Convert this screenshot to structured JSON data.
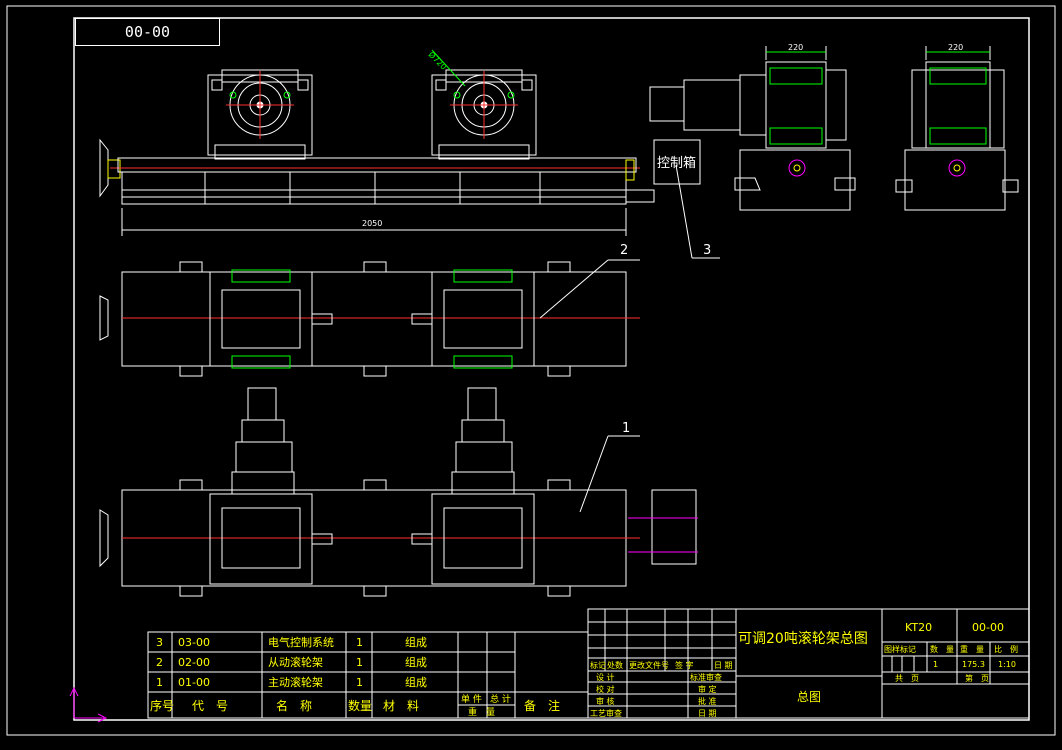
{
  "drawing": {
    "code": "00-00",
    "diameter_label": "Ø720",
    "length_label": "2050",
    "width_label_1": "220",
    "width_label_2": "220",
    "control_box_label": "控制箱",
    "callouts": [
      "3",
      "2",
      "1"
    ]
  },
  "bom": {
    "rows": [
      {
        "no": "3",
        "code": "03-00",
        "name": "电气控制系统",
        "qty": "1",
        "note": "组成"
      },
      {
        "no": "2",
        "code": "02-00",
        "name": "从动滚轮架",
        "qty": "1",
        "note": "组成"
      },
      {
        "no": "1",
        "code": "01-00",
        "name": "主动滚轮架",
        "qty": "1",
        "note": "组成"
      }
    ],
    "headers": {
      "no": "序号",
      "code": "代　号",
      "name": "名　称",
      "qty": "数量",
      "material": "材　料",
      "unit_weight": "单 件",
      "total_weight": "总 计",
      "weight": "重　量",
      "remark": "备　注"
    }
  },
  "title_block": {
    "title": "可调20吨滚轮架总图",
    "subtitle": "总图",
    "model": "KT20",
    "drawing_no": "00-00",
    "rev_headers": [
      "标记",
      "处数",
      "更改文件号",
      "签 字",
      "日 期"
    ],
    "roles": [
      "设 计",
      "校 对",
      "审 核",
      "工艺审查"
    ],
    "approvals": [
      "标准审查",
      "审 定",
      "批 准",
      "日 期"
    ],
    "stage_header": "图样标记",
    "qty_header": "数　量",
    "weight_header": "重　量",
    "scale_header": "比　例",
    "qty": "1",
    "weight": "175.3",
    "scale": "1:10",
    "sheet_total": "共　页",
    "sheet_no": "第　页"
  },
  "colors": {
    "line": "#ffffff",
    "text_cyan": "#00ffff",
    "text_yellow": "#ffff00",
    "green": "#00ff00",
    "magenta": "#ff00ff",
    "red": "#ff3030"
  }
}
